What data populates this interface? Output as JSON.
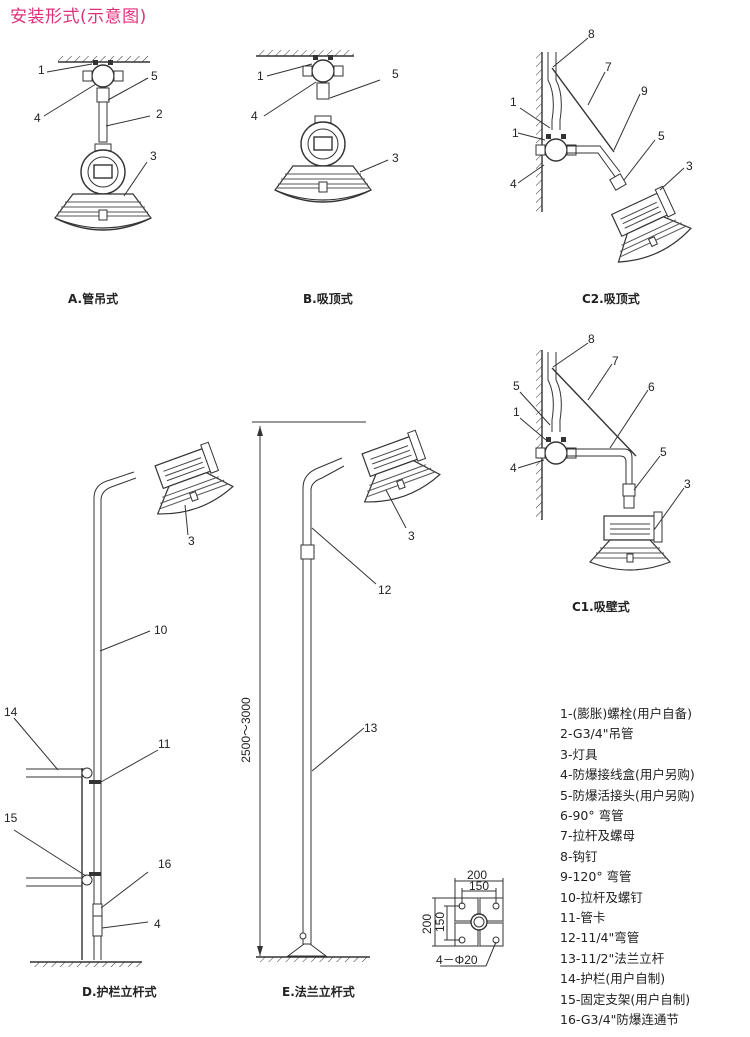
{
  "title": "安装形式(示意图)",
  "diagrams": {
    "A": {
      "caption": "A.管吊式",
      "callouts": [
        "1",
        "4",
        "5",
        "2",
        "3"
      ]
    },
    "B": {
      "caption": "B.吸顶式",
      "callouts": [
        "1",
        "4",
        "5",
        "3"
      ]
    },
    "C2": {
      "caption": "C2.吸顶式",
      "callouts": [
        "8",
        "7",
        "9",
        "5",
        "1",
        "4",
        "5",
        "3"
      ]
    },
    "C1": {
      "caption": "C1.吸壁式",
      "callouts": [
        "8",
        "7",
        "5",
        "6",
        "1",
        "4",
        "5",
        "3"
      ]
    },
    "D": {
      "caption": "D.护栏立杆式",
      "callouts": [
        "3",
        "10",
        "14",
        "11",
        "15",
        "16",
        "4"
      ]
    },
    "E": {
      "caption": "E.法兰立杆式",
      "callouts": [
        "3",
        "12",
        "13"
      ],
      "height_dimension": "2500～3000"
    },
    "flange": {
      "width": "200",
      "hole_spacing_x": "150",
      "height": "200",
      "hole_spacing_y": "150",
      "holes": "4－Φ20"
    }
  },
  "legend": [
    "1-(膨胀)螺栓(用户自备)",
    "2-G3/4\"吊管",
    "3-灯具",
    "4-防爆接线盒(用户另购)",
    "5-防爆活接头(用户另购)",
    "6-90° 弯管",
    "7-拉杆及螺母",
    "8-钩钉",
    "9-120° 弯管",
    "10-拉杆及螺钉",
    "11-管卡",
    "12-11/4\"弯管",
    "13-11/2\"法兰立杆",
    "14-护栏(用户自制)",
    "15-固定支架(用户自制)",
    "16-G3/4\"防爆连通节"
  ],
  "colors": {
    "title": "#e0307c",
    "line": "#333333"
  }
}
